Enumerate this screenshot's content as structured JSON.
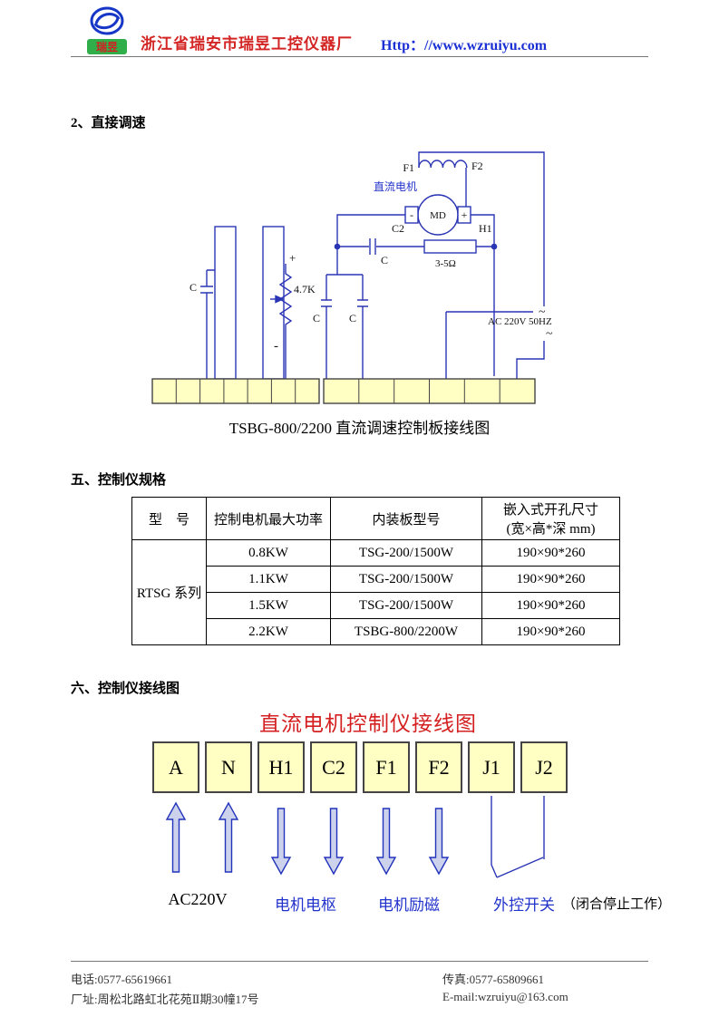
{
  "header": {
    "logo_text": "瑞昱",
    "company": "浙江省瑞安市瑞昱工控仪器厂",
    "url": "Http：//www.wzruiyu.com"
  },
  "sections": {
    "direct_speed_title": "2、直接调速",
    "spec_title": "五、控制仪规格",
    "wiring_title": "六、控制仪接线图"
  },
  "circuit1": {
    "caption": "TSBG-800/2200 直流调速控制板接线图",
    "labels": {
      "f1": "F1",
      "f2": "F2",
      "motor": "直流电机",
      "md": "MD",
      "minus": "-",
      "plus": "+",
      "c2": "C2",
      "h1": "H1",
      "cap_c": "C",
      "resistor": "3-5Ω",
      "pot_value": "4.7K",
      "pot_plus": "+",
      "pot_minus": "-",
      "cap_left": "C",
      "cap_mid1": "C",
      "cap_mid2": "C",
      "ac_source": "AC 220V  50HZ",
      "tilde": "~"
    }
  },
  "spec_table": {
    "headers": {
      "model": "型　号",
      "power": "控制电机最大功率",
      "board": "内装板型号",
      "size_line1": "嵌入式开孔尺寸",
      "size_line2": "(宽×高*深 mm)"
    },
    "series_label": "RTSG 系列",
    "rows": [
      {
        "power": "0.8KW",
        "board": "TSG-200/1500W",
        "size": "190×90*260"
      },
      {
        "power": "1.1KW",
        "board": "TSG-200/1500W",
        "size": "190×90*260"
      },
      {
        "power": "1.5KW",
        "board": "TSG-200/1500W",
        "size": "190×90*260"
      },
      {
        "power": "2.2KW",
        "board": "TSBG-800/2200W",
        "size": "190×90*260"
      }
    ]
  },
  "wiring2": {
    "title": "直流电机控制仪接线图",
    "terminals": [
      "A",
      "N",
      "H1",
      "C2",
      "F1",
      "F2",
      "J1",
      "J2"
    ],
    "labels": {
      "ac": "AC220V",
      "armature": "电机电枢",
      "field": "电机励磁",
      "ext_switch": "外控开关",
      "note": "（闭合停止工作）"
    }
  },
  "footer": {
    "phone": "电话:0577-65619661",
    "fax": "传真:0577-65809661",
    "address": "厂址:周松北路虹北花苑Ⅱ期30幢17号",
    "email": "E-mail:wzruiyu@163.com"
  },
  "colors": {
    "accent_red": "#d42525",
    "link_blue": "#1a2fd4",
    "circuit_blue": "#2a35b5",
    "terminal_yellow": "#ffffc4"
  }
}
